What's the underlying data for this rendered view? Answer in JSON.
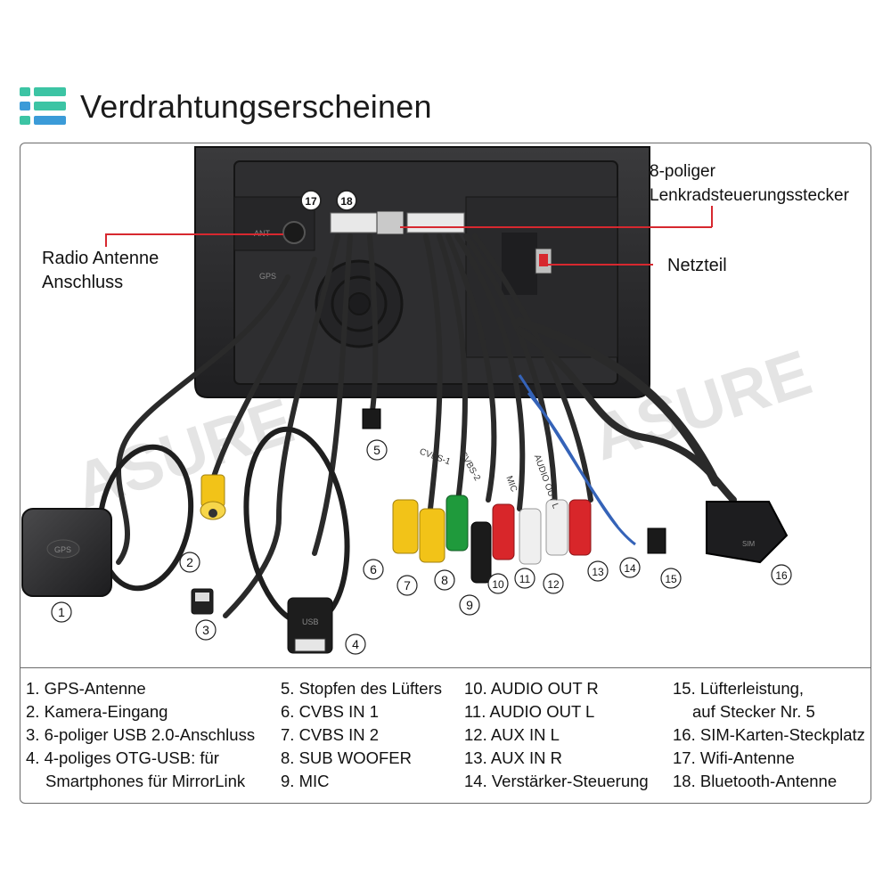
{
  "header": {
    "title": "Verdrahtungserscheinen",
    "icon": "list-icon",
    "icon_colors": [
      "#3cc4a4",
      "#3b9bd8"
    ]
  },
  "callouts": {
    "radio_antenna": [
      "Radio Antenne",
      "Anschluss"
    ],
    "steering": [
      "8-poliger",
      "Lenkradsteuerungsstecker"
    ],
    "power": "Netzteil"
  },
  "watermark": "ASURE",
  "device_labels": {
    "ant": "ANT",
    "gps": "GPS",
    "cvbs1": "CVBS-1",
    "cvbs2": "CVBS-2",
    "mic": "MIC",
    "audio_out": "AUDIO OUT L",
    "gps_module": "GPS",
    "sim_module": "SIM",
    "usb": "USB"
  },
  "markers": [
    "1",
    "2",
    "3",
    "4",
    "5",
    "6",
    "7",
    "8",
    "9",
    "10",
    "11",
    "12",
    "13",
    "14",
    "15",
    "16",
    "17",
    "18"
  ],
  "legend": {
    "col1": [
      "1. GPS-Antenne",
      "2. Kamera-Eingang",
      "3. 6-poliger USB 2.0-Anschluss",
      "4. 4-poliges OTG-USB: für",
      "Smartphones für MirrorLink"
    ],
    "col2": [
      "5. Stopfen des Lüfters",
      "6. CVBS IN 1",
      "7. CVBS IN 2",
      "8. SUB WOOFER",
      "9. MIC"
    ],
    "col3": [
      "10. AUDIO OUT R",
      "11. AUDIO OUT L",
      "12. AUX IN L",
      "13. AUX IN R",
      "14. Verstärker-Steuerung"
    ],
    "col4": [
      "15. Lüfterleistung,",
      "auf Stecker Nr. 5",
      "16. SIM-Karten-Steckplatz",
      "17. Wifi-Antenne",
      "18. Bluetooth-Antenne"
    ]
  },
  "colors": {
    "accent_red": "#d7282f",
    "rca_yellow": "#f2c318",
    "rca_green": "#1f9a3c",
    "rca_red": "#d8262a",
    "rca_white": "#efefef",
    "cable": "#2a2a2a",
    "unit": "#2b2b2d"
  }
}
